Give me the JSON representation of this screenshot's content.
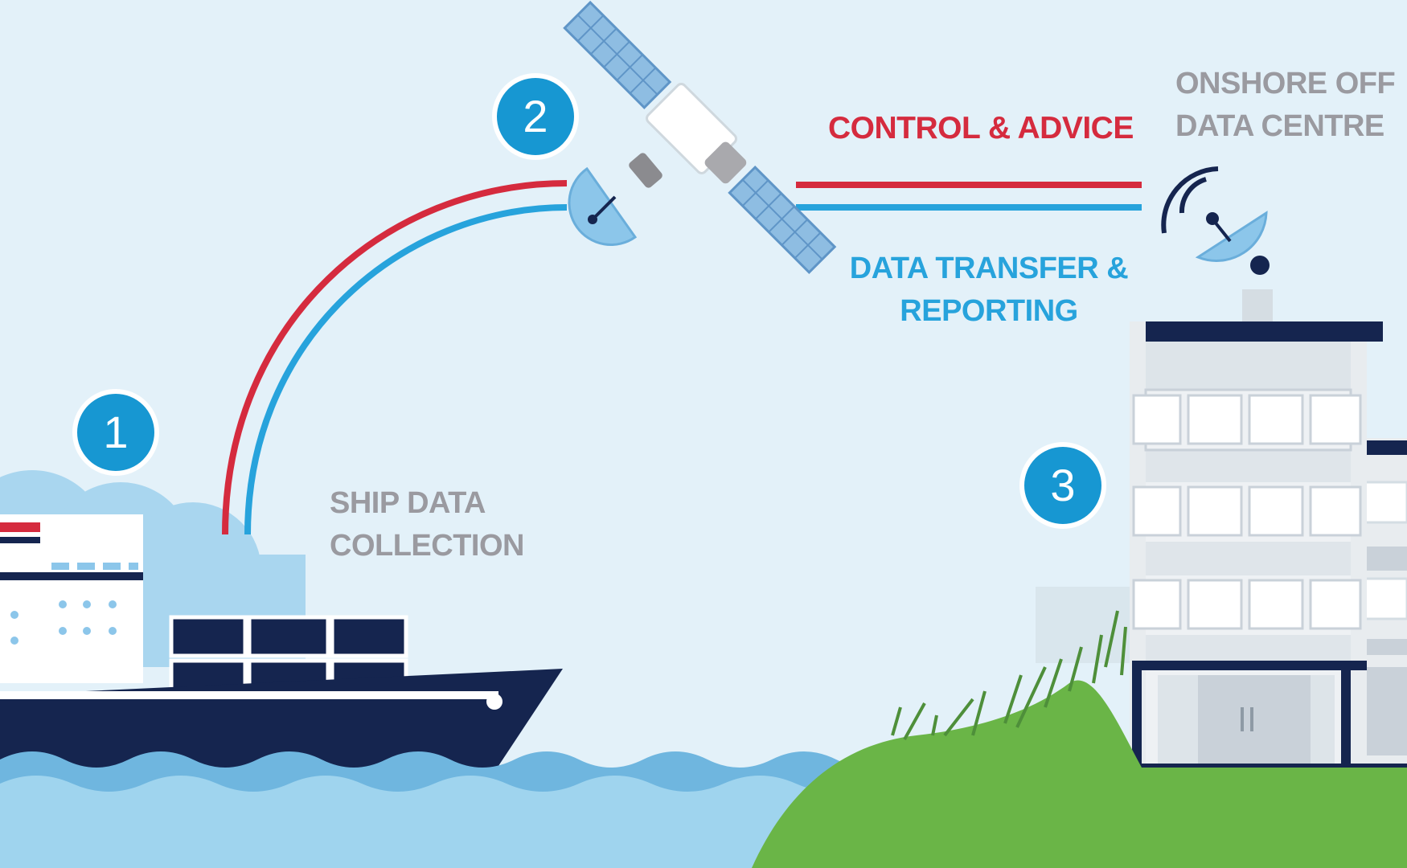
{
  "labels": {
    "ship": [
      "SHIP DATA",
      "COLLECTION"
    ],
    "control": "CONTROL & ADVICE",
    "transfer": [
      "DATA TRANSFER &",
      "REPORTING"
    ],
    "onshore": [
      "ONSHORE OFF",
      "DATA CENTRE"
    ]
  },
  "steps": [
    "1",
    "2",
    "3"
  ],
  "colors": {
    "background": "#e3f1f9",
    "control_line": "#d52b3e",
    "data_line": "#27a3dc",
    "step_badge": "#1797d2",
    "navy": "#15254f",
    "grass": "#6ab547",
    "water": "#9fd4ee"
  },
  "icons": [
    "ship-icon",
    "satellite-icon",
    "ground-antenna-icon",
    "office-building-icon",
    "cloud-icon",
    "waves-icon",
    "grass-icon"
  ]
}
